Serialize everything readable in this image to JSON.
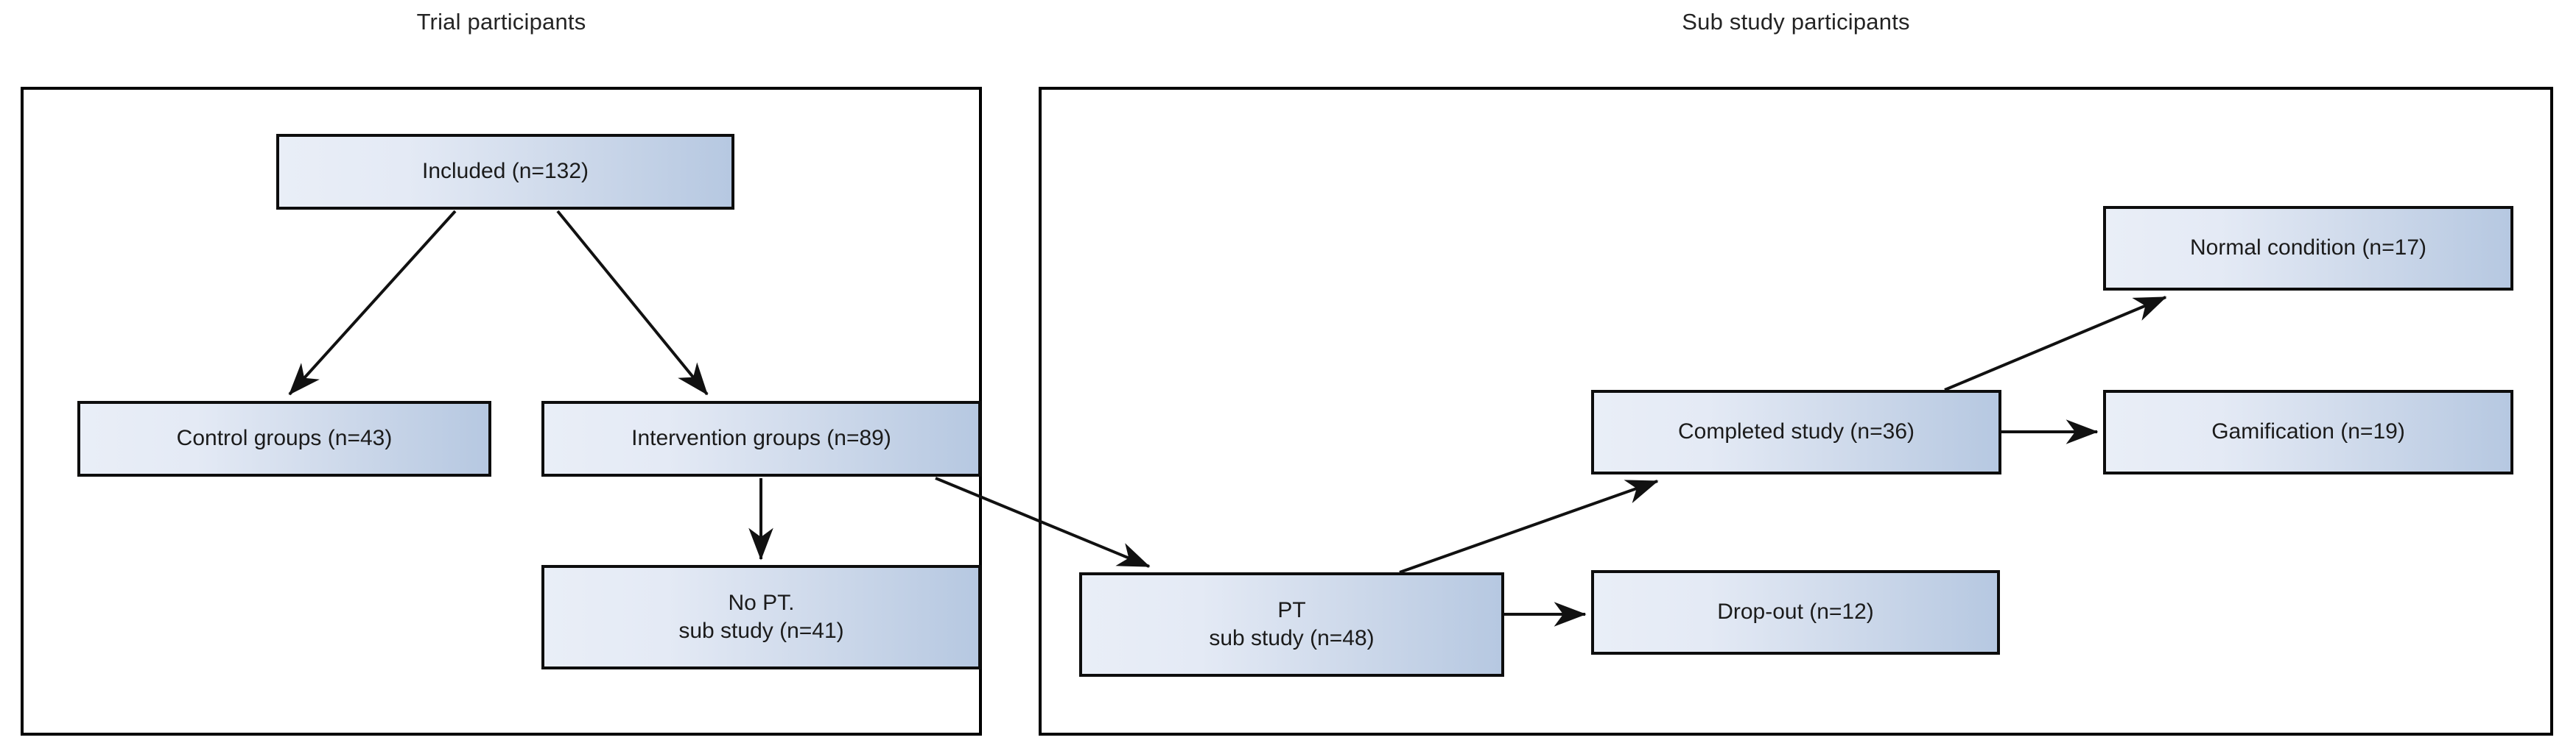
{
  "figure": {
    "type": "flowchart",
    "panels": [
      {
        "id": "trial",
        "title": "Trial participants"
      },
      {
        "id": "substudy",
        "title": "Sub study participants"
      }
    ]
  },
  "panel_titles": {
    "left": "Trial participants",
    "right": "Sub study participants"
  },
  "nodes": {
    "included": {
      "label": "Included (n=132)",
      "n": 132
    },
    "control": {
      "label": "Control groups (n=43)",
      "n": 43
    },
    "intervention": {
      "label": "Intervention groups (n=89)",
      "n": 89
    },
    "no_pt_sub_study": {
      "line1": "No PT.",
      "line2": "sub study (n=41)",
      "n": 41
    },
    "pt_sub_study": {
      "line1": "PT",
      "line2": "sub study (n=48)",
      "n": 48
    },
    "drop_out": {
      "label": "Drop-out (n=12)",
      "n": 12
    },
    "completed_study": {
      "label": "Completed study (n=36)",
      "n": 36
    },
    "normal_condition": {
      "label": "Normal condition (n=17)",
      "n": 17
    },
    "gamification": {
      "label": "Gamification (n=19)",
      "n": 19
    }
  },
  "edges": [
    {
      "from": "included",
      "to": "control"
    },
    {
      "from": "included",
      "to": "intervention"
    },
    {
      "from": "intervention",
      "to": "no_pt_sub_study"
    },
    {
      "from": "intervention",
      "to": "pt_sub_study"
    },
    {
      "from": "pt_sub_study",
      "to": "drop_out"
    },
    {
      "from": "pt_sub_study",
      "to": "completed_study"
    },
    {
      "from": "completed_study",
      "to": "gamification"
    },
    {
      "from": "completed_study",
      "to": "normal_condition"
    }
  ],
  "colors": {
    "box_border": "#0d0d0d",
    "box_gradient_start": "#e9eef7",
    "box_gradient_end": "#b6c8e1",
    "frame_border": "#000000",
    "text": "#1b1b1b",
    "background": "#ffffff",
    "connector": "#111111"
  }
}
